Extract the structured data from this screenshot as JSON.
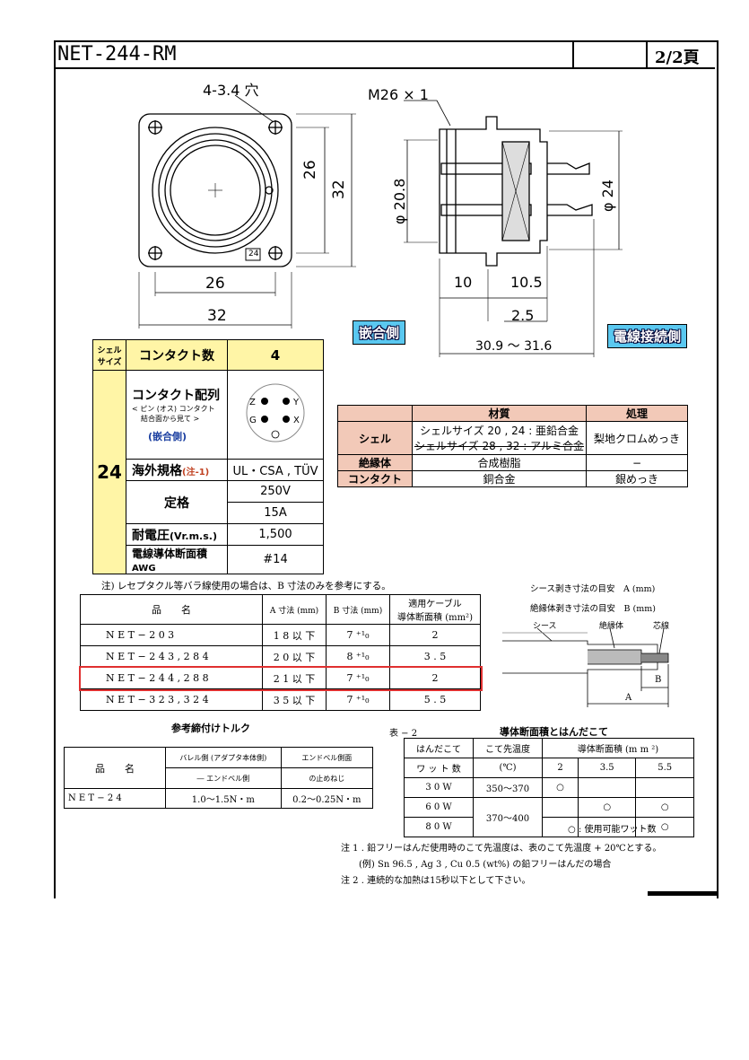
{
  "header": {
    "title": "NET-244-RM",
    "page": "2/2頁"
  },
  "drawing": {
    "holes_label": "4-3.4 穴",
    "thread_label": "M26 × 1",
    "dim_26_v": "26",
    "dim_32_v": "32",
    "dim_26_h": "26",
    "dim_32_h": "32",
    "badge": "24",
    "phi_208": "φ 20.8",
    "phi_24": "φ 24",
    "dim_10": "10",
    "dim_105": "10.5",
    "dim_25": "2.5",
    "dim_range": "30.9 ～ 31.6",
    "mating_side": "嵌合側",
    "wire_side": "電線接続側"
  },
  "spec": {
    "shell_size_label": "シェル\nサイズ",
    "contact_count_label": "コンタクト数",
    "contact_count": "4",
    "size": "24",
    "layout_label": "コンタクト配列",
    "layout_sub1": "< ピン (オス) コンタクト",
    "layout_sub2": "結合面から見て >",
    "layout_side": "(嵌合側)",
    "pins": [
      "Z",
      "Y",
      "G",
      "X"
    ],
    "overseas_label": "海外規格",
    "overseas_note": "(注-1)",
    "overseas_value": "UL・CSA , TÜV",
    "rating_label": "定格",
    "voltage": "250V",
    "current": "15A",
    "withstand_label": "耐電圧",
    "withstand_unit": "(Vr.m.s.)",
    "withstand_value": "1,500",
    "wire_label": "電線導体断面積",
    "wire_unit": "AWG",
    "wire_value": "#14"
  },
  "material": {
    "headers": [
      "材質",
      "処理"
    ],
    "rows": [
      {
        "name": "シェル",
        "mat1": "シェルサイズ 20 , 24 : 亜鉛合金",
        "mat2": "シェルサイズ 28 , 32 : アルミ合金",
        "proc": "梨地クロムめっき"
      },
      {
        "name": "絶縁体",
        "mat": "合成樹脂",
        "proc": "−"
      },
      {
        "name": "コンタクト",
        "mat": "銅合金",
        "proc": "銀めっき"
      }
    ]
  },
  "note_main": "注) レセプタクル等バラ線使用の場合は、B 寸法のみを参考にする。",
  "strip": {
    "a_title": "シース剥き寸法の目安　A (mm)",
    "b_title": "絶縁体剥き寸法の目安　B (mm)",
    "sheath": "シース",
    "insulator": "絶縁体",
    "core": "芯線",
    "A": "A",
    "B": "B"
  },
  "cable_table": {
    "headers": [
      "品　　名",
      "A 寸法 (mm)",
      "B 寸法 (mm)",
      "適用ケーブル\n導体断面積 (mm²)"
    ],
    "rows": [
      [
        "N E T − 2 0 3",
        "1 8 以 下",
        "7 ⁺¹₀",
        "2"
      ],
      [
        "N E T − 2 4 3 ,  2 8 4",
        "2 0 以 下",
        "8 ⁺¹₀",
        "3 . 5"
      ],
      [
        "N E T − 2 4 4 ,  2 8 8",
        "2 1 以 下",
        "7 ⁺¹₀",
        "2"
      ],
      [
        "N E T − 3 2 3 ,  3 2 4",
        "3 5 以 下",
        "7 ⁺¹₀",
        "5 . 5"
      ]
    ],
    "highlight_color": "#e03030"
  },
  "torque": {
    "title": "参考締付けトルク",
    "headers": [
      "品　　名",
      "バレル側 (アダプタ本体側)",
      "― エンドベル側",
      "エンドベル側面",
      "の止めねじ"
    ],
    "row": [
      "N E T − 2 4",
      "1.0〜1.5N・m",
      "0.2〜0.25N・m"
    ]
  },
  "solder": {
    "table_no": "表 − 2",
    "title": "導体断面積とはんだこて",
    "h1": "はんだこて",
    "h2": "こて先温度",
    "h3": "導体断面積 (m m ²)",
    "h1b": "ワ ッ ト 数",
    "h2b": "(℃)",
    "sizes": [
      "2",
      "3.5",
      "5.5"
    ],
    "rows": [
      [
        "3 0 W",
        "350〜370",
        "○",
        "",
        ""
      ],
      [
        "6 0 W",
        "370〜400",
        "",
        "○",
        "○"
      ],
      [
        "8 0 W",
        "",
        "",
        "",
        "○"
      ]
    ],
    "legend": "○ : 使用可能ワット数"
  },
  "notes": [
    "注 1 .  鉛フリーはんだ使用時のこて先温度は、表のこて先温度 + 20℃とする。",
    "(例)  Sn 96.5 ,  Ag 3 ,  Cu 0.5 (wt%) の鉛フリーはんだの場合",
    "注 2 .  連続的な加熱は15秒以下として下さい。"
  ]
}
